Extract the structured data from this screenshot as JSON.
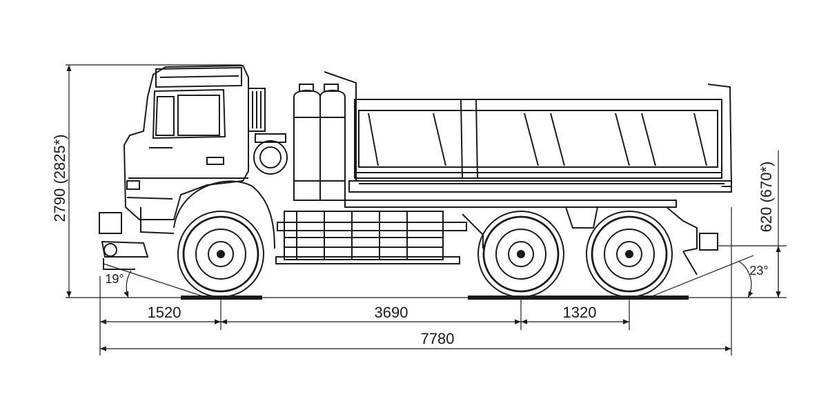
{
  "dimensions": {
    "front_overhang": "1520",
    "wheelbase_front_to_mid": "3690",
    "rear_axle_spacing": "1320",
    "overall_length": "7780",
    "overall_height": "2790 (2825*)",
    "rear_height": "620 (670*)"
  },
  "angles": {
    "approach": "19°",
    "departure": "23°"
  }
}
